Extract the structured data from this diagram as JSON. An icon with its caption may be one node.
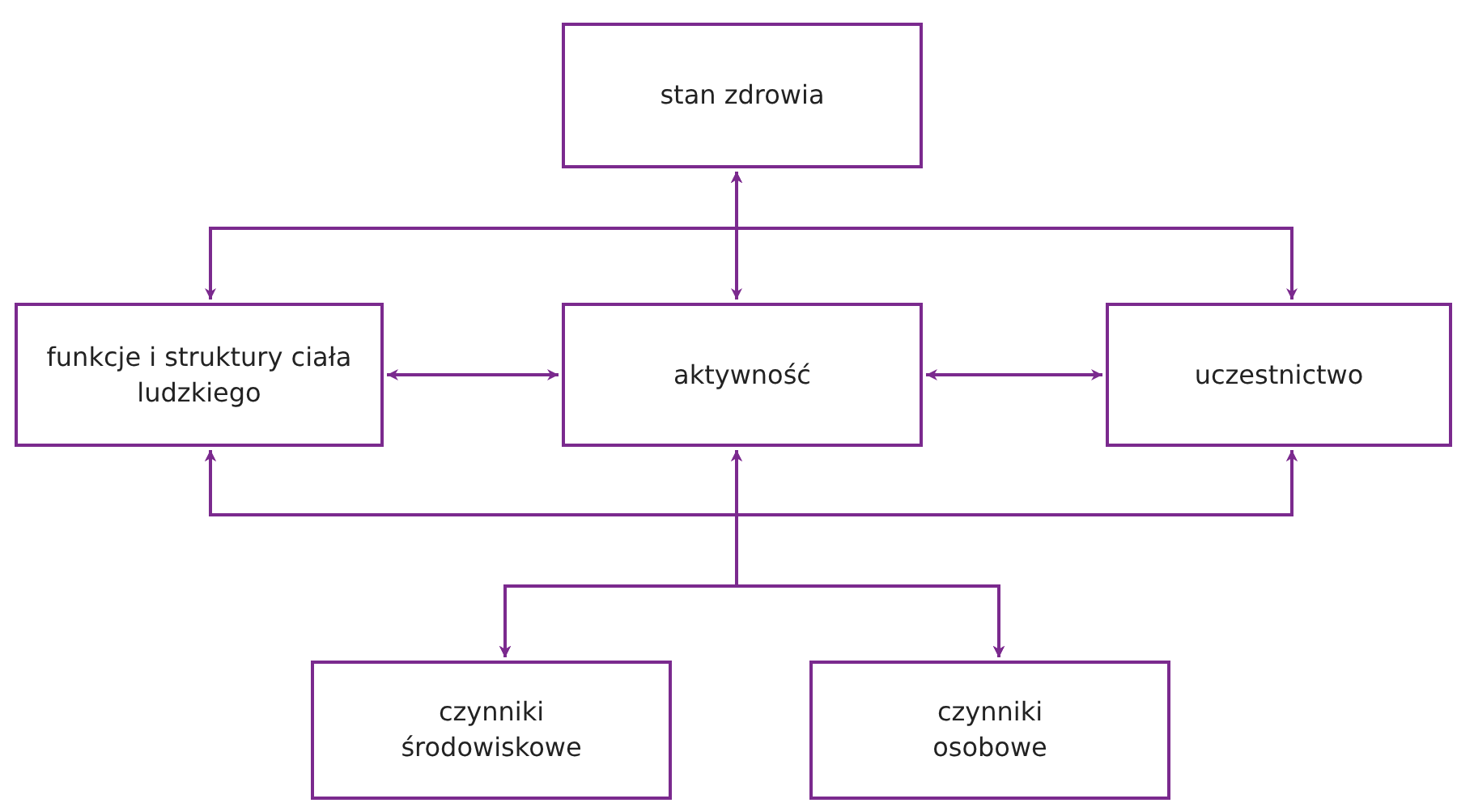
{
  "diagram": {
    "nodes": [
      {
        "text": [
          "stan zdrowia"
        ]
      },
      {
        "text": [
          "funkcje i struktury ciała ludzkiego"
        ]
      },
      {
        "text": [
          "aktywność"
        ]
      },
      {
        "text": [
          "uczestnictwo"
        ]
      },
      {
        "text": [
          "czynniki środowiskowe"
        ]
      },
      {
        "text": [
          "czynniki osobowe"
        ]
      }
    ],
    "edges": [
      {
        "from": 0,
        "to": 2,
        "arrow": "both"
      },
      {
        "from": 0,
        "to": 1,
        "arrow": "both"
      },
      {
        "from": 0,
        "to": 3,
        "arrow": "both"
      },
      {
        "from": 1,
        "to": 2,
        "arrow": "both"
      },
      {
        "from": 2,
        "to": 3,
        "arrow": "both"
      },
      {
        "from": 4,
        "to": 1,
        "arrow": "both"
      },
      {
        "from": 4,
        "to": 2,
        "arrow": "both"
      },
      {
        "from": 4,
        "to": 3,
        "arrow": "both"
      },
      {
        "from": 5,
        "to": 1,
        "arrow": "both"
      },
      {
        "from": 5,
        "to": 2,
        "arrow": "both"
      },
      {
        "from": 5,
        "to": 3,
        "arrow": "both"
      }
    ]
  }
}
